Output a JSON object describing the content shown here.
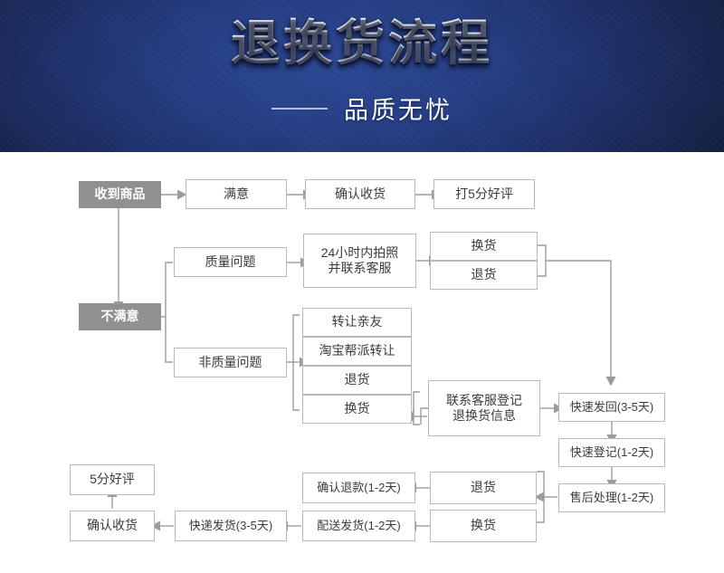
{
  "header": {
    "title": "退换货流程",
    "subtitle": "品质无忧",
    "colors": {
      "bg_center": "#2f52ad",
      "bg_edge": "#101c40",
      "title_text": "#ffffff",
      "rule": "#cdd6e8"
    }
  },
  "flow": {
    "colors": {
      "node_border": "#b6b8ba",
      "node_fill": "#ffffff",
      "node_text": "#3b3b3b",
      "filled_node_bg": "#8e9091",
      "filled_node_text": "#ffffff",
      "connector": "#9a9c9e"
    },
    "nodes": {
      "received_goods": "收到商品",
      "satisfied": "满意",
      "confirm_receipt_top": "确认收货",
      "five_star_rating_top": "打5分好评",
      "unsatisfied": "不满意",
      "quality_issue": "质量问题",
      "photo_within_24h": "24小时内拍照\n并联系客服",
      "exchange_q": "换货",
      "return_q": "退货",
      "non_quality_issue": "非质量问题",
      "transfer_to_friend": "转让亲友",
      "taobao_group_transfer": "淘宝帮派转让",
      "return_nq": "退货",
      "exchange_nq": "换货",
      "contact_service_register": "联系客服登记\n退换货信息",
      "fast_send_back": "快速发回(3-5天)",
      "fast_register": "快速登记(1-2天)",
      "after_sales_process": "售后处理(1-2天)",
      "return_bottom": "退货",
      "exchange_bottom": "换货",
      "confirm_refund": "确认退款(1-2天)",
      "delivery_shipment": "配送发货(1-2天)",
      "express_shipment": "快递发货(3-5天)",
      "confirm_receipt_bottom": "确认收货",
      "five_star_rating_bottom": "5分好评"
    }
  }
}
